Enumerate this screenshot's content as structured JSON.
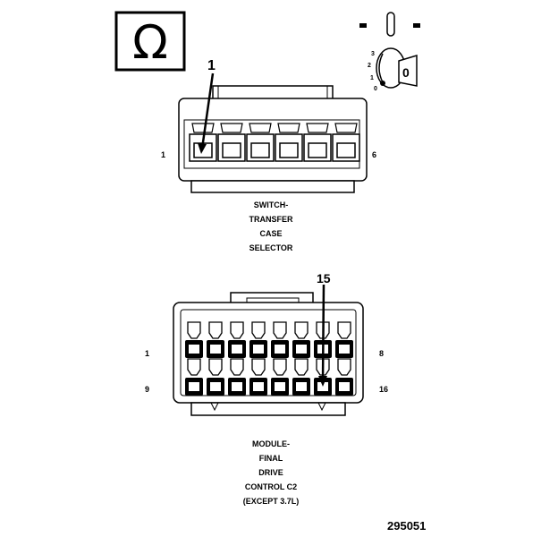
{
  "test_symbol": {
    "icon": "ohm-icon",
    "glyph": "Ω"
  },
  "ignition_switch": {
    "positions": [
      "3",
      "2",
      "1",
      "0"
    ],
    "key_label": "0"
  },
  "connector_switch": {
    "callout": "1",
    "pin_first": "1",
    "pin_last": "6",
    "title_lines": [
      "SWITCH-",
      "TRANSFER",
      "CASE",
      "SELECTOR"
    ]
  },
  "connector_module": {
    "callout": "15",
    "row1_first": "1",
    "row1_last": "8",
    "row2_first": "9",
    "row2_last": "16",
    "title_lines": [
      "MODULE-",
      "FINAL",
      "DRIVE",
      "CONTROL C2",
      "(EXCEPT 3.7L)"
    ]
  },
  "figure_number": "295051"
}
